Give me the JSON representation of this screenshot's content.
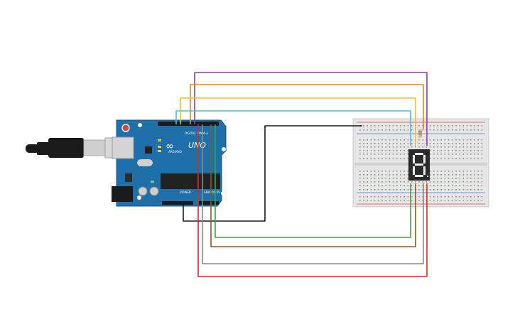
{
  "arduino": {
    "model_label": "UNO",
    "brand_label": "ARDUINO",
    "digital_label": "DIGITAL (PWM~)",
    "power_label": "POWER",
    "analog_label": "ANALOG IN",
    "board_color": "#1f6fa8",
    "chip_color": "#222222"
  },
  "usb_cable": {
    "color": "#1a1a1a",
    "plug_color": "#cfcfcf"
  },
  "breadboard": {
    "color": "#e6e6e6",
    "rail_red": "#d84a4a",
    "rail_blue": "#4a7bd8"
  },
  "display": {
    "digit": "8.",
    "body_color": "#2a2a2a",
    "segment_color": "#f0f0f0"
  },
  "resistor": {
    "color": "#d8c07a"
  },
  "wires": [
    {
      "name": "purple",
      "color": "#8e3ea8"
    },
    {
      "name": "orange",
      "color": "#e08a1e"
    },
    {
      "name": "yellow",
      "color": "#e8c51c"
    },
    {
      "name": "cyan",
      "color": "#48c0d8"
    },
    {
      "name": "black",
      "color": "#1a1a1a"
    },
    {
      "name": "green",
      "color": "#3aa83a"
    },
    {
      "name": "brown",
      "color": "#8a5a2a"
    },
    {
      "name": "gray",
      "color": "#8a8a8a"
    },
    {
      "name": "red",
      "color": "#d82a2a"
    }
  ]
}
